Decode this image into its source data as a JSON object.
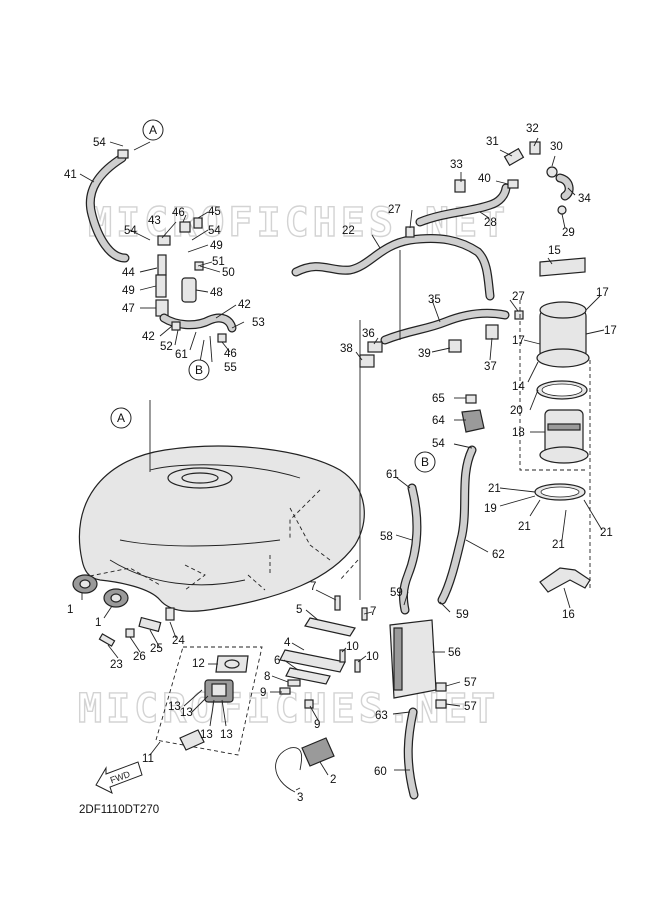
{
  "watermark": "MICROFICHES.NET",
  "diagram_code": "2DF1110DT270",
  "fwd_label": "FWD",
  "ref_letters": [
    "A",
    "B"
  ],
  "callouts": {
    "c1a": "1",
    "c1b": "1",
    "c2": "2",
    "c3": "3",
    "c4": "4",
    "c5": "5",
    "c6": "6",
    "c7a": "7",
    "c7b": "7",
    "c8": "8",
    "c9a": "9",
    "c9b": "9",
    "c10a": "10",
    "c10b": "10",
    "c11": "11",
    "c12": "12",
    "c13a": "13",
    "c13b": "13",
    "c13c": "13",
    "c13d": "13",
    "c14": "14",
    "c15": "15",
    "c16": "16",
    "c17a": "17",
    "c17b": "17",
    "c17c": "17",
    "c18": "18",
    "c19": "19",
    "c20": "20",
    "c21a": "21",
    "c21b": "21",
    "c21c": "21",
    "c21d": "21",
    "c22": "22",
    "c23": "23",
    "c24": "24",
    "c25": "25",
    "c26": "26",
    "c27a": "27",
    "c27b": "27",
    "c28": "28",
    "c29": "29",
    "c30": "30",
    "c31": "31",
    "c32": "32",
    "c33": "33",
    "c34": "34",
    "c35": "35",
    "c36": "36",
    "c37": "37",
    "c38": "38",
    "c39": "39",
    "c40": "40",
    "c41": "41",
    "c42a": "42",
    "c42b": "42",
    "c43": "43",
    "c44": "44",
    "c45": "45",
    "c46a": "46",
    "c46b": "46",
    "c47": "47",
    "c48": "48",
    "c49a": "49",
    "c49b": "49",
    "c50": "50",
    "c51": "51",
    "c52": "52",
    "c53": "53",
    "c54a": "54",
    "c54b": "54",
    "c54c": "54",
    "c54d": "54",
    "c55": "55",
    "c56": "56",
    "c57a": "57",
    "c57b": "57",
    "c58": "58",
    "c59a": "59",
    "c59b": "59",
    "c60": "60",
    "c61a": "61",
    "c61b": "61",
    "c62": "62",
    "c63": "63",
    "c64": "64",
    "c65": "65"
  }
}
